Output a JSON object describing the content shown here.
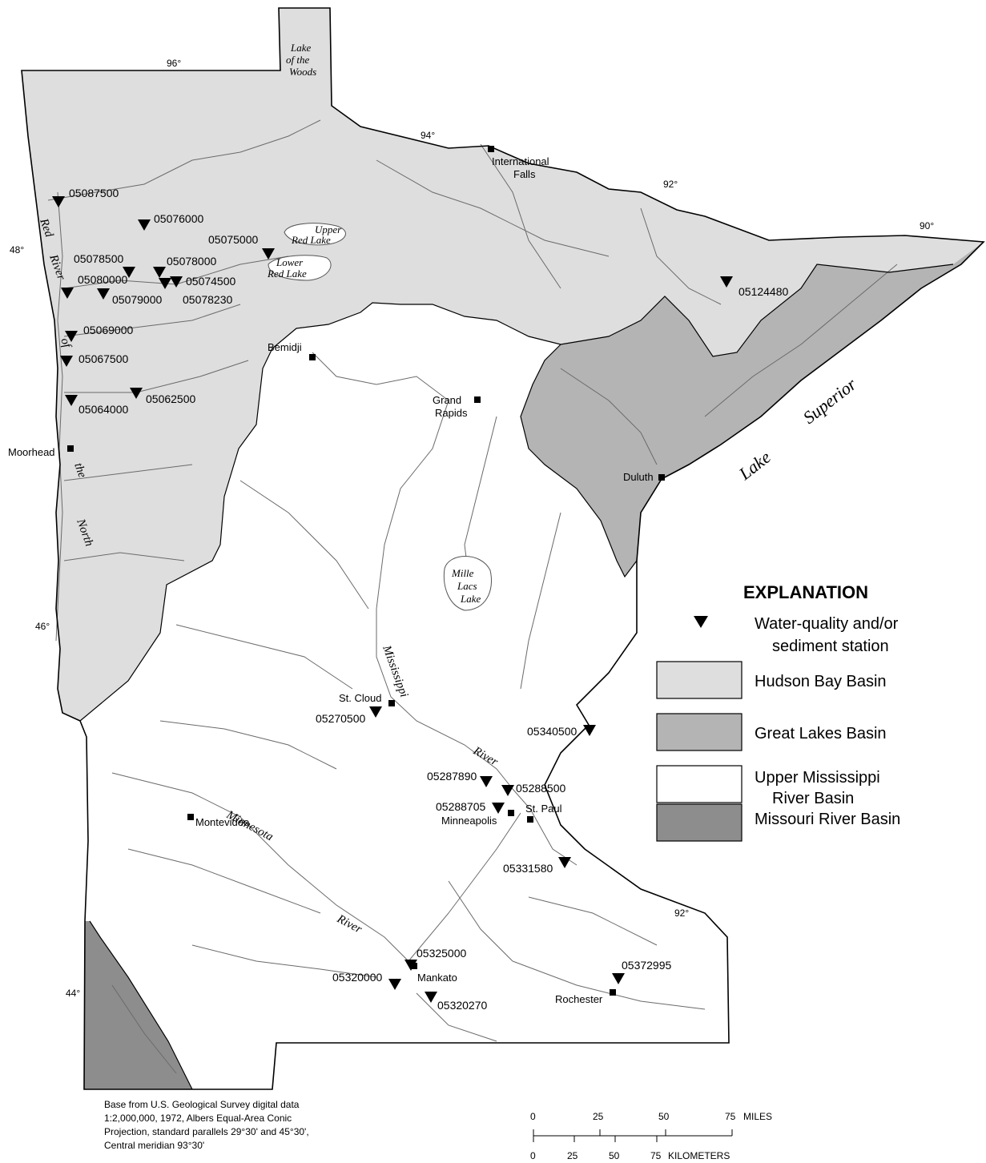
{
  "colors": {
    "hudson_bay": "#dedede",
    "great_lakes": "#b4b4b4",
    "upper_mississippi": "#ffffff",
    "missouri": "#8d8d8d",
    "outline": "#000000",
    "river": "#6a6a6a"
  },
  "legend": {
    "title": "EXPLANATION",
    "station_line1": "Water-quality and/or",
    "station_line2": "sediment station",
    "hudson": "Hudson Bay Basin",
    "great_lakes": "Great Lakes Basin",
    "upper_miss_line1": "Upper Mississippi",
    "upper_miss_line2": "River Basin",
    "missouri": "Missouri River Basin"
  },
  "stations": [
    {
      "id": "05087500"
    },
    {
      "id": "05076000"
    },
    {
      "id": "05075000"
    },
    {
      "id": "05078500"
    },
    {
      "id": "05078000"
    },
    {
      "id": "05080000"
    },
    {
      "id": "05074500"
    },
    {
      "id": "05079000"
    },
    {
      "id": "05078230"
    },
    {
      "id": "05069000"
    },
    {
      "id": "05067500"
    },
    {
      "id": "05064000"
    },
    {
      "id": "05062500"
    },
    {
      "id": "05124480"
    },
    {
      "id": "05270500"
    },
    {
      "id": "05340500"
    },
    {
      "id": "05287890"
    },
    {
      "id": "05288500"
    },
    {
      "id": "05288705"
    },
    {
      "id": "05331580"
    },
    {
      "id": "05325000"
    },
    {
      "id": "05320000"
    },
    {
      "id": "05320270"
    },
    {
      "id": "05372995"
    }
  ],
  "cities": [
    {
      "name": "International"
    },
    {
      "name": "Falls"
    },
    {
      "name": "Bemidji"
    },
    {
      "name": "Grand"
    },
    {
      "name": "Rapids"
    },
    {
      "name": "Moorhead"
    },
    {
      "name": "Duluth"
    },
    {
      "name": "St. Cloud"
    },
    {
      "name": "Minneapolis"
    },
    {
      "name": "St. Paul"
    },
    {
      "name": "Montevideo"
    },
    {
      "name": "Mankato"
    },
    {
      "name": "Rochester"
    }
  ],
  "graticule": {
    "lon_96": "96°",
    "lon_94": "94°",
    "lon_92_north": "92°",
    "lon_90": "90°",
    "lat_48": "48°",
    "lat_46": "46°",
    "lat_44": "44°",
    "lon_92_south": "92°"
  },
  "water_labels": {
    "lake_woods_1": "Lake",
    "lake_woods_2": "of the",
    "lake_woods_3": "Woods",
    "upper_red_1": "Upper",
    "upper_red_2": "Red Lake",
    "lower_red_1": "Lower",
    "lower_red_2": "Red Lake",
    "mille_1": "Mille",
    "mille_2": "Lacs",
    "mille_3": "Lake",
    "lake_superior_1": "Lake",
    "lake_superior_2": "Superior"
  },
  "river_labels": {
    "red_1": "Red",
    "red_2": "River",
    "red_3": "of",
    "red_4": "the",
    "red_5": "North",
    "mississippi_1": "Mississippi",
    "mississippi_2": "River",
    "minnesota_1": "Minnesota",
    "minnesota_2": "River"
  },
  "credit": {
    "line1": "Base from U.S. Geological Survey digital data",
    "line2": "1:2,000,000, 1972, Albers Equal-Area Conic",
    "line3": "Projection, standard parallels 29°30' and 45°30',",
    "line4": "Central meridian 93°30'"
  },
  "scale": {
    "miles_ticks": [
      "0",
      "25",
      "50",
      "75"
    ],
    "miles_unit": "MILES",
    "km_ticks": [
      "0",
      "25",
      "50",
      "75"
    ],
    "km_unit": "KILOMETERS"
  }
}
